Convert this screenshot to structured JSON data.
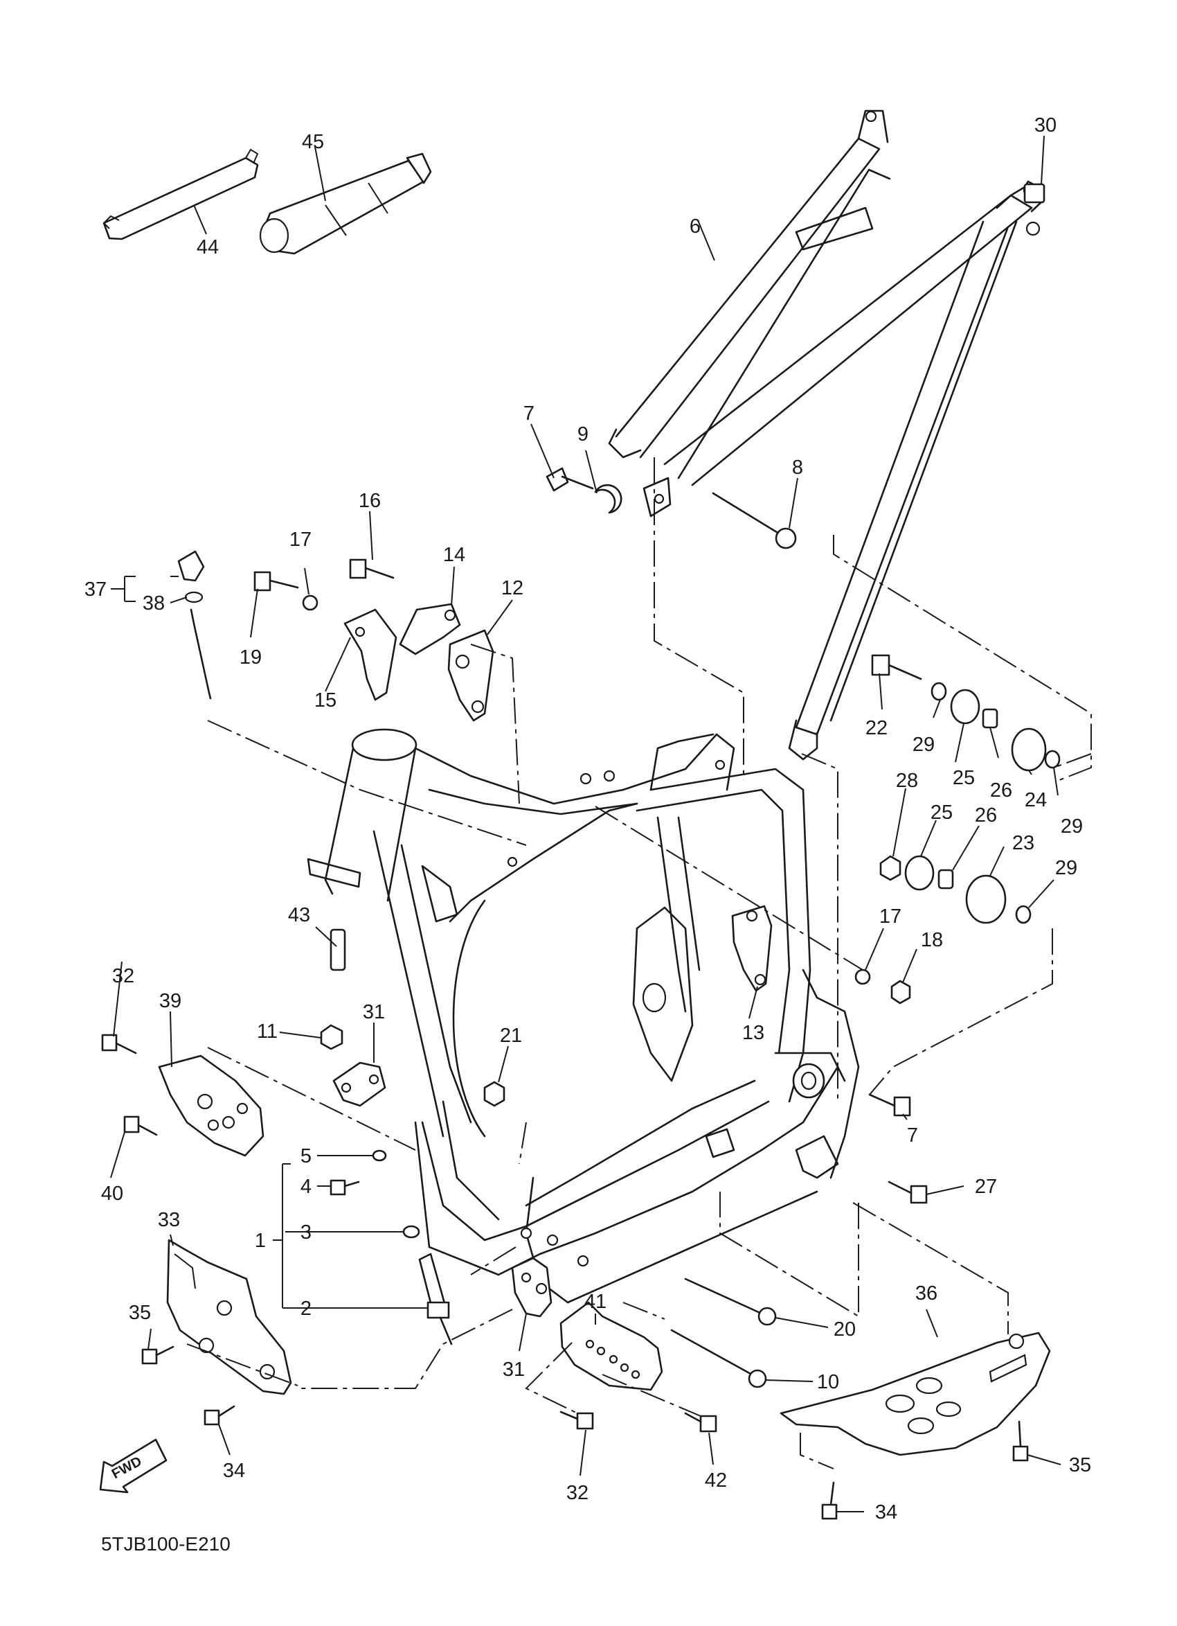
{
  "diagram_code": "5TJB100-E210",
  "fwd_label": "FWD",
  "callouts": [
    {
      "id": "c45",
      "label": "45"
    },
    {
      "id": "c44",
      "label": "44"
    },
    {
      "id": "c30",
      "label": "30"
    },
    {
      "id": "c6",
      "label": "6"
    },
    {
      "id": "c7a",
      "label": "7"
    },
    {
      "id": "c9",
      "label": "9"
    },
    {
      "id": "c8",
      "label": "8"
    },
    {
      "id": "c16",
      "label": "16"
    },
    {
      "id": "c17a",
      "label": "17"
    },
    {
      "id": "c14",
      "label": "14"
    },
    {
      "id": "c12",
      "label": "12"
    },
    {
      "id": "c37",
      "label": "37"
    },
    {
      "id": "c38",
      "label": "38"
    },
    {
      "id": "c19",
      "label": "19"
    },
    {
      "id": "c15",
      "label": "15"
    },
    {
      "id": "c22",
      "label": "22"
    },
    {
      "id": "c29a",
      "label": "29"
    },
    {
      "id": "c25a",
      "label": "25"
    },
    {
      "id": "c26a",
      "label": "26"
    },
    {
      "id": "c24",
      "label": "24"
    },
    {
      "id": "c29b",
      "label": "29"
    },
    {
      "id": "c28",
      "label": "28"
    },
    {
      "id": "c25b",
      "label": "25"
    },
    {
      "id": "c26b",
      "label": "26"
    },
    {
      "id": "c23",
      "label": "23"
    },
    {
      "id": "c29c",
      "label": "29"
    },
    {
      "id": "c43",
      "label": "43"
    },
    {
      "id": "c17b",
      "label": "17"
    },
    {
      "id": "c18",
      "label": "18"
    },
    {
      "id": "c32a",
      "label": "32"
    },
    {
      "id": "c39",
      "label": "39"
    },
    {
      "id": "c11",
      "label": "11"
    },
    {
      "id": "c31a",
      "label": "31"
    },
    {
      "id": "c21",
      "label": "21"
    },
    {
      "id": "c13",
      "label": "13"
    },
    {
      "id": "c40",
      "label": "40"
    },
    {
      "id": "c5",
      "label": "5"
    },
    {
      "id": "c4",
      "label": "4"
    },
    {
      "id": "c1",
      "label": "1"
    },
    {
      "id": "c3",
      "label": "3"
    },
    {
      "id": "c2",
      "label": "2"
    },
    {
      "id": "c7b",
      "label": "7"
    },
    {
      "id": "c27",
      "label": "27"
    },
    {
      "id": "c33",
      "label": "33"
    },
    {
      "id": "c35a",
      "label": "35"
    },
    {
      "id": "c36",
      "label": "36"
    },
    {
      "id": "c20",
      "label": "20"
    },
    {
      "id": "c41",
      "label": "41"
    },
    {
      "id": "c31b",
      "label": "31"
    },
    {
      "id": "c10",
      "label": "10"
    },
    {
      "id": "c34a",
      "label": "34"
    },
    {
      "id": "c32b",
      "label": "32"
    },
    {
      "id": "c42",
      "label": "42"
    },
    {
      "id": "c35b",
      "label": "35"
    },
    {
      "id": "c34b",
      "label": "34"
    }
  ]
}
